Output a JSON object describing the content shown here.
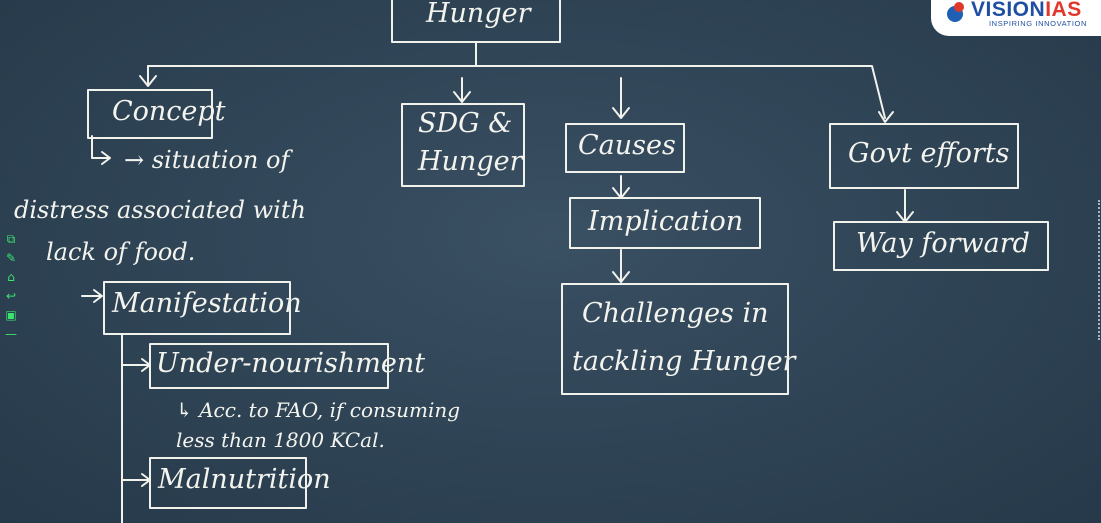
{
  "logo": {
    "brand_prefix": "VISION",
    "brand_suffix": "IAS",
    "tagline": "INSPIRING INNOVATION"
  },
  "diagram": {
    "root": "Hunger",
    "concept": {
      "title": "Concept",
      "definition_line1": "→ situation of",
      "definition_line2": "distress associated with",
      "definition_line3": "lack of food.",
      "manifestation": "Manifestation",
      "undernourishment": "Under-nourishment",
      "fao_line1": "↳ Acc. to FAO, if consuming",
      "fao_line2": "less than 1800 KCal.",
      "malnutrition": "Malnutrition"
    },
    "sdg": {
      "line1": "SDG &",
      "line2": "Hunger"
    },
    "causes": "Causes",
    "implication": "Implication",
    "challenges": {
      "line1": "Challenges in",
      "line2": "tackling Hunger"
    },
    "govt_efforts": "Govt efforts",
    "way_forward": "Way forward"
  },
  "toolbar": {
    "items": [
      {
        "icon": "screen-icon",
        "glyph": "⧉"
      },
      {
        "icon": "pen-icon",
        "glyph": "✎"
      },
      {
        "icon": "home-icon",
        "glyph": "⌂"
      },
      {
        "icon": "undo-icon",
        "glyph": "↩"
      },
      {
        "icon": "monitor-icon",
        "glyph": "▣"
      },
      {
        "icon": "menu-icon",
        "glyph": "—"
      }
    ]
  },
  "colors": {
    "board": "#2e4354",
    "chalk": "#f2f2ec",
    "toolbar": "#3be36f",
    "logo_blue": "#1f4fa3",
    "logo_red": "#e0382b"
  }
}
